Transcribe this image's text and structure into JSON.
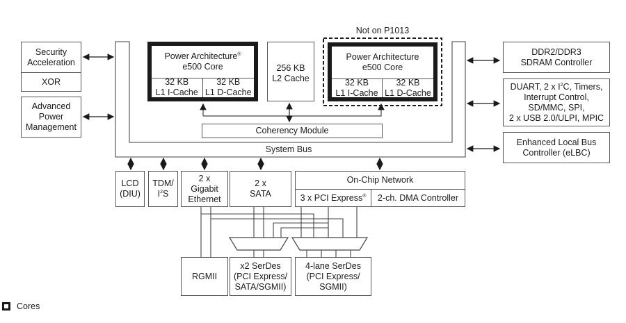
{
  "left_blocks": {
    "security": [
      "Security",
      "Acceleration"
    ],
    "xor": "XOR",
    "power_mgmt": [
      "Advanced",
      "Power",
      "Management"
    ]
  },
  "core1": {
    "title_line1": "Power Architecture",
    "title_mark": "®",
    "title_line2": "e500 Core",
    "icache": [
      "32 KB",
      "L1 I-Cache"
    ],
    "dcache": [
      "32 KB",
      "L1 D-Cache"
    ]
  },
  "l2_cache": [
    "256 KB",
    "L2 Cache"
  ],
  "core2": {
    "note": "Not on P1013",
    "title_line1": "Power Architecture",
    "title_line2": "e500 Core",
    "icache": [
      "32 KB",
      "L1 I-Cache"
    ],
    "dcache": [
      "32 KB",
      "L1 D-Cache"
    ]
  },
  "coherency_module": "Coherency Module",
  "system_bus": "System Bus",
  "right_blocks": {
    "ddr": [
      "DDR2/DDR3",
      "SDRAM Controller"
    ],
    "peripherals": [
      "DUART, 2 x I",
      "2",
      "C, Timers,",
      "Interrupt Control,",
      "SD/MMC, SPI,",
      "2 x USB 2.0/ULPI, MPIC"
    ],
    "elbc": [
      "Enhanced Local Bus",
      "Controller (eLBC)"
    ]
  },
  "bottom_blocks": {
    "lcd": [
      "LCD",
      "(DIU)"
    ],
    "tdm": [
      "TDM/",
      "I",
      "2",
      "S"
    ],
    "ethernet": [
      "2 x",
      "Gigabit",
      "Ethernet"
    ],
    "sata": [
      "2 x",
      "SATA"
    ],
    "on_chip_network": "On-Chip Network",
    "pcie": "3 x PCI Express",
    "pcie_mark": "®",
    "dma": "2-ch. DMA Controller",
    "rgmii": "RGMII",
    "serdes2": [
      "x2 SerDes",
      "(PCI Express/",
      "SATA/SGMII)"
    ],
    "serdes4": [
      "4-lane SerDes",
      "(PCI Express/",
      "SGMII)"
    ]
  },
  "legend": {
    "label": "Cores"
  }
}
